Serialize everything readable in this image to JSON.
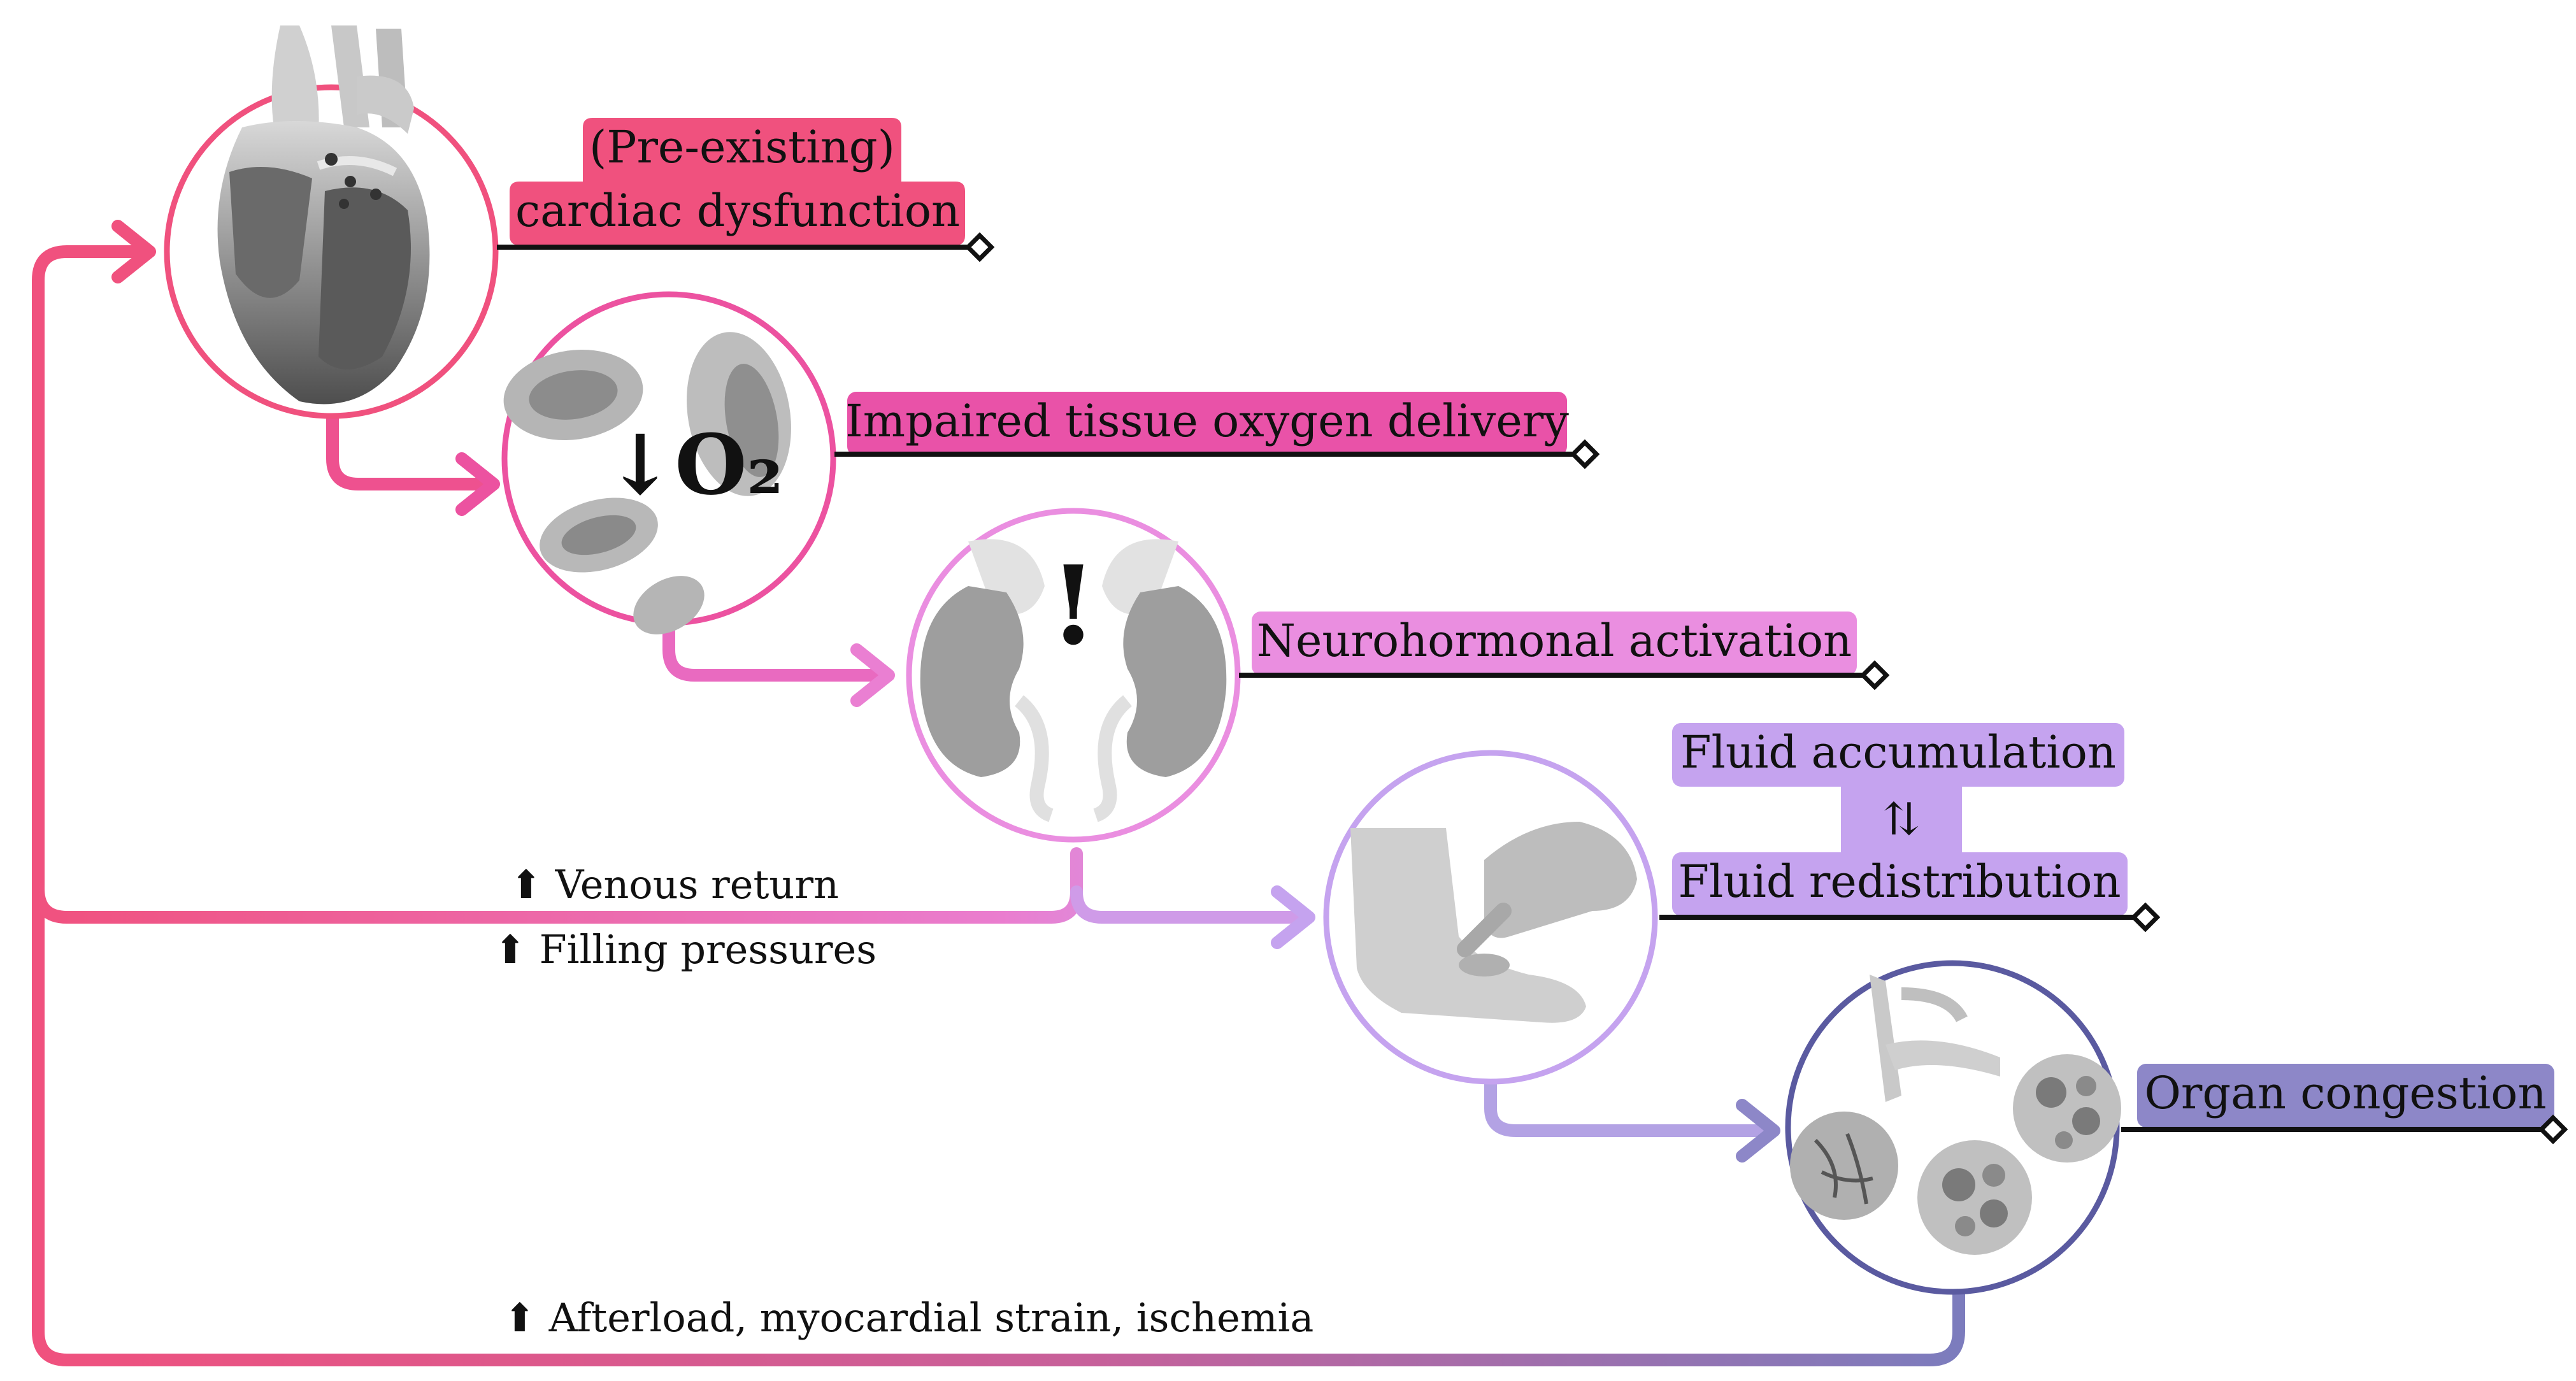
{
  "stages": [
    {
      "id": "cardiac",
      "lines": [
        "(Pre-existing)",
        "cardiac dysfunction"
      ],
      "color": "#f0517e",
      "icon": "heart-icon"
    },
    {
      "id": "oxygen",
      "lines": [
        "Impaired tissue oxygen delivery"
      ],
      "color": "#e952a8",
      "icon": "red-blood-cells-icon",
      "icon_text": "↓O₂"
    },
    {
      "id": "neuro",
      "lines": [
        "Neurohormonal activation"
      ],
      "color": "#ea8ee0",
      "icon": "kidneys-icon",
      "icon_text": "!"
    },
    {
      "id": "fluid",
      "lines": [
        "Fluid accumulation",
        "⇅",
        "Fluid redistribution"
      ],
      "color": "#c5a3ef",
      "icon": "edema-foot-icon"
    },
    {
      "id": "congestion",
      "lines": [
        "Organ congestion"
      ],
      "color": "#8d87c8",
      "icon": "lungs-alveoli-icon"
    }
  ],
  "feedback": {
    "venous": "Venous return",
    "filling": "Filling pressures",
    "afterload": "Afterload, myocardial strain, ischemia",
    "up_arrow": "⬆"
  },
  "colors": {
    "pink": "#f0517e",
    "magenta": "#e952a8",
    "orchid": "#ea8ee0",
    "lavender": "#c5a3ef",
    "purple": "#8d87c8",
    "navy": "#5a5aa0",
    "icon_gray": "#9a9a9a"
  }
}
